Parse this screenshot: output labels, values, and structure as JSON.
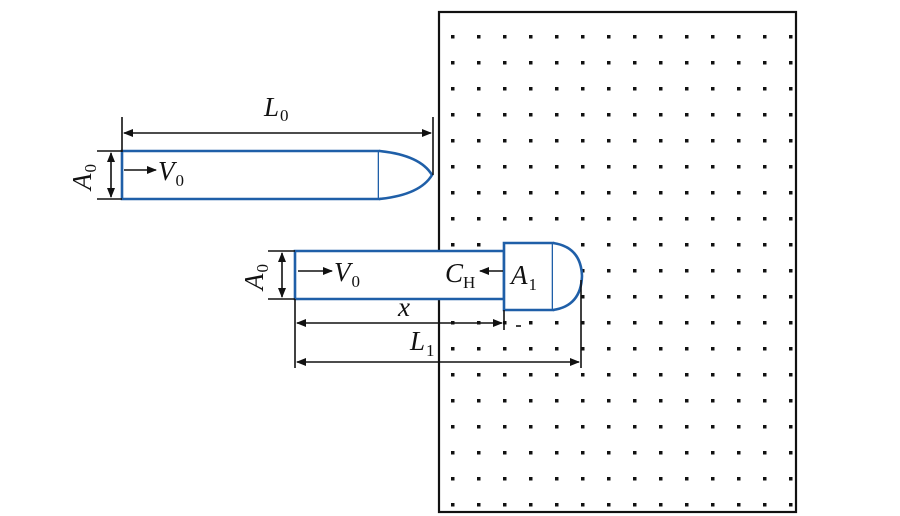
{
  "colors": {
    "background": "#ffffff",
    "projectile_outline": "#1f5fa8",
    "target_outline": "#111111",
    "dots": "#111111",
    "annotation": "#111111"
  },
  "target": {
    "fill_pattern": "dots"
  },
  "projectile_initial": {
    "length_label": {
      "main": "L",
      "sub": "0"
    },
    "diameter_label": {
      "main": "A",
      "sub": "0"
    },
    "velocity_label": {
      "main": "V",
      "sub": "0"
    }
  },
  "projectile_penetrating": {
    "diameter_label": {
      "main": "A",
      "sub": "0"
    },
    "velocity_label": {
      "main": "V",
      "sub": "0"
    },
    "head_velocity_label": {
      "main": "C",
      "sub": "H"
    },
    "head_diameter_label": {
      "main": "A",
      "sub": "1"
    },
    "rod_length_label": {
      "main": "x"
    },
    "total_length_label": {
      "main": "L",
      "sub": "1"
    }
  }
}
